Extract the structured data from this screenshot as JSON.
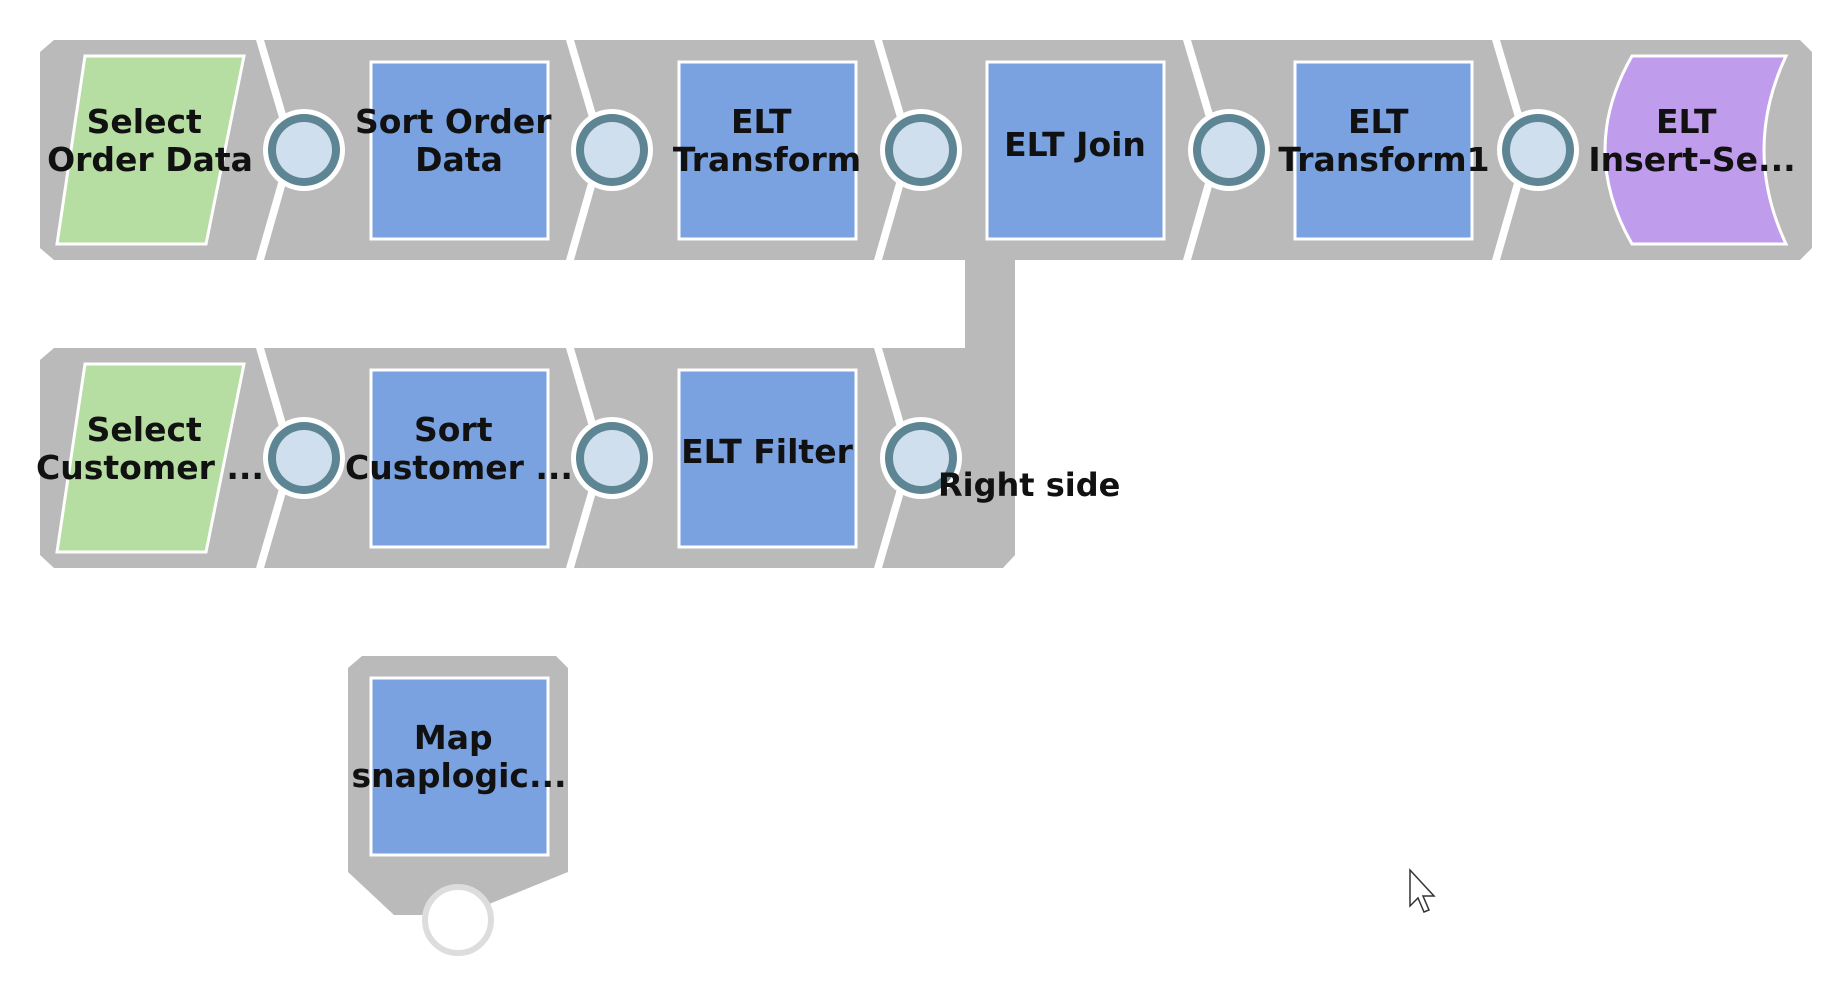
{
  "pipeline": {
    "row1": [
      {
        "id": "select-order-data",
        "kind": "source",
        "lines": [
          "Select",
          "Order Data"
        ]
      },
      {
        "id": "sort-order-data",
        "kind": "transform",
        "lines": [
          "Sort Order",
          "Data"
        ]
      },
      {
        "id": "elt-transform",
        "kind": "transform",
        "lines": [
          "ELT",
          "Transform"
        ]
      },
      {
        "id": "elt-join",
        "kind": "transform",
        "lines": [
          "ELT Join"
        ]
      },
      {
        "id": "elt-transform1",
        "kind": "transform",
        "lines": [
          "ELT",
          "Transform1"
        ]
      },
      {
        "id": "elt-insert-select",
        "kind": "target",
        "lines": [
          "ELT",
          "Insert-Se..."
        ]
      }
    ],
    "row2": [
      {
        "id": "select-customer",
        "kind": "source",
        "lines": [
          "Select",
          "Customer ..."
        ]
      },
      {
        "id": "sort-customer",
        "kind": "transform",
        "lines": [
          "Sort",
          "Customer ..."
        ]
      },
      {
        "id": "elt-filter",
        "kind": "transform",
        "lines": [
          "ELT Filter"
        ]
      }
    ],
    "join_port_label": "Right side",
    "standalone": {
      "id": "map-snaplogic",
      "kind": "transform",
      "lines": [
        "Map",
        "snaplogic..."
      ]
    }
  },
  "colors": {
    "track": "#bababa",
    "transform": "#7aa2e0",
    "source": "#b6dea2",
    "target": "#c09cec",
    "port": "#5e8593",
    "port_fill": "#cfdfee"
  },
  "icons": {
    "port": "port-circle-icon",
    "cursor": "mouse-pointer-icon"
  }
}
